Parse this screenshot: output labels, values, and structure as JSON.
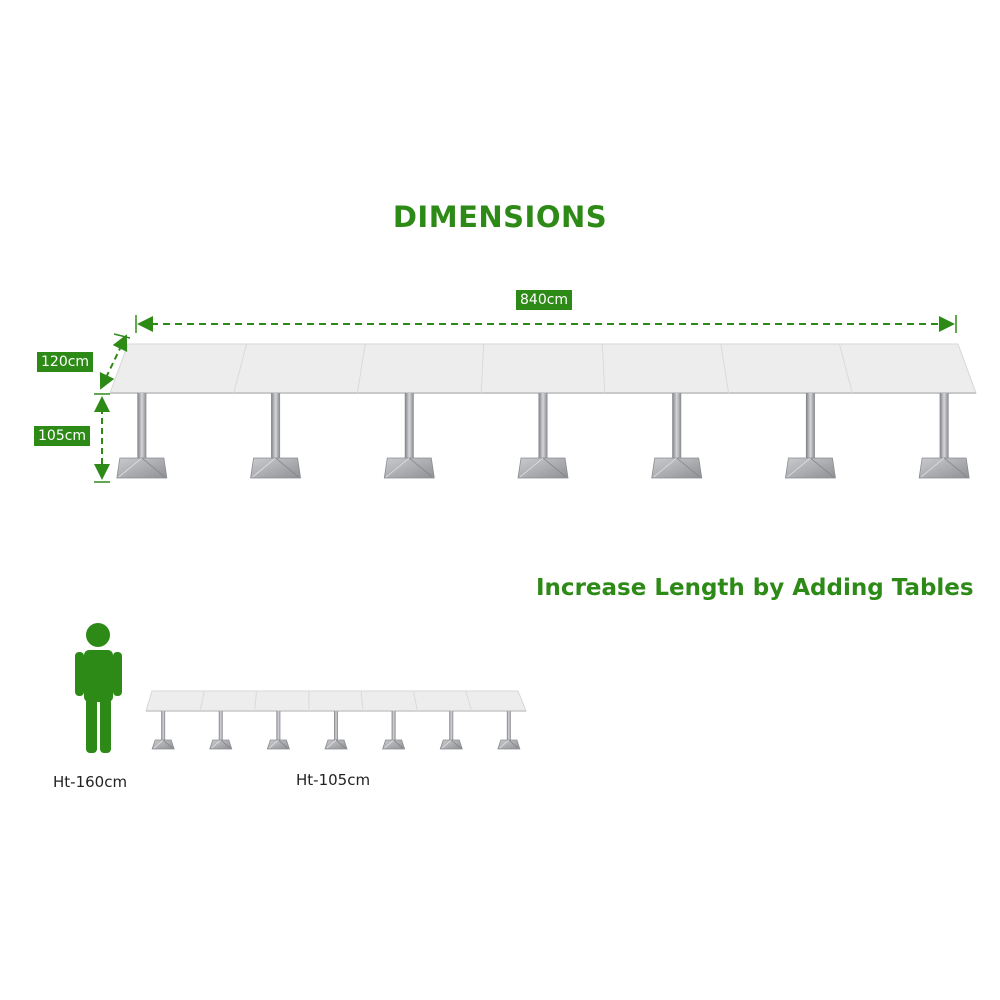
{
  "title": "DIMENSIONS",
  "subtitle": "Increase Length by Adding Tables",
  "dimensions": {
    "length": "840cm",
    "width": "120cm",
    "height": "105cm"
  },
  "comparison": {
    "person_height": "Ht-160cm",
    "table_height": "Ht-105cm"
  },
  "table_modules": 7,
  "colors": {
    "accent_green": "#2d8a17",
    "table_top": "#ededee",
    "metal": "#9a9ca0"
  }
}
